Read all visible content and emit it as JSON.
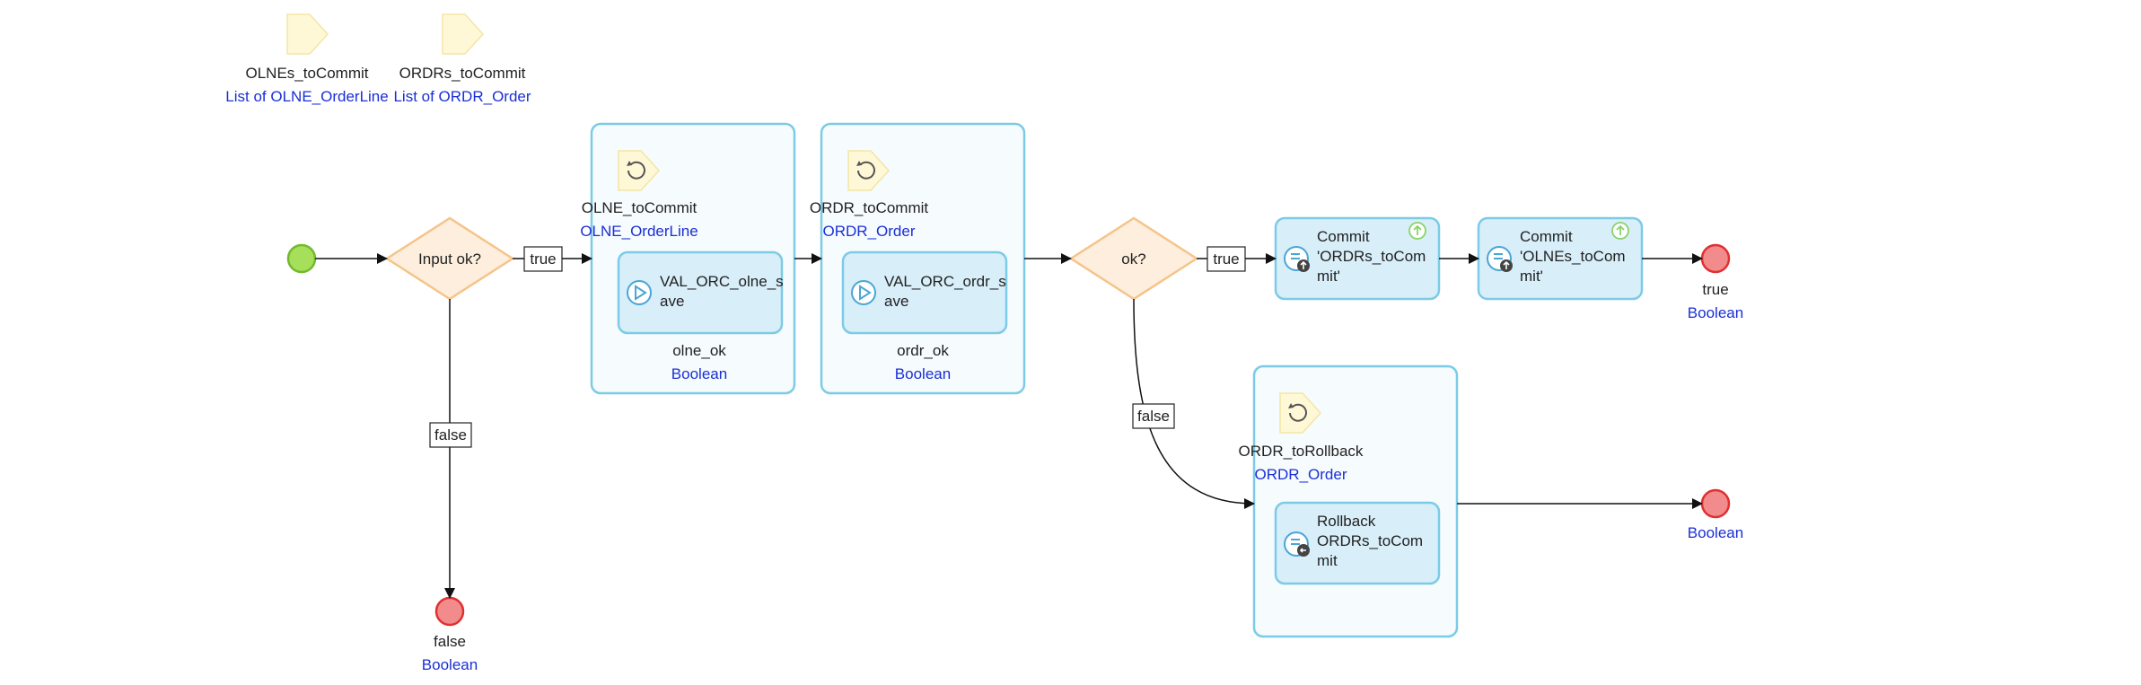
{
  "parameters": [
    {
      "name": "OLNEs_toCommit",
      "type": "List of OLNE_OrderLine"
    },
    {
      "name": "ORDRs_toCommit",
      "type": "List of ORDR_Order"
    }
  ],
  "decisions": {
    "input_ok": "Input ok?",
    "ok": "ok?"
  },
  "flow_labels": {
    "true1": "true",
    "false1": "false",
    "true2": "true",
    "false2": "false"
  },
  "loops": {
    "olne": {
      "iterator": "OLNE_toCommit",
      "type": "OLNE_OrderLine",
      "action": "VAL_ORC_olne_s\nave",
      "output": "olne_ok",
      "output_type": "Boolean"
    },
    "ordr": {
      "iterator": "ORDR_toCommit",
      "type": "ORDR_Order",
      "action": "VAL_ORC_ordr_s\nave",
      "output": "ordr_ok",
      "output_type": "Boolean"
    },
    "rollback": {
      "iterator": "ORDR_toRollback",
      "type": "ORDR_Order",
      "action": "Rollback\nORDRs_toCom\nmit"
    }
  },
  "actions": {
    "commit_ordrs": "Commit\n'ORDRs_toCom\nmit'",
    "commit_olnes": "Commit\n'OLNEs_toCom\nmit'"
  },
  "end_events": {
    "false_end": {
      "value": "false",
      "type": "Boolean"
    },
    "true_end": {
      "value": "true",
      "type": "Boolean"
    },
    "rollback_end": {
      "type": "Boolean"
    }
  },
  "colors": {
    "start": "#a6e05a",
    "end": "#f28b8b",
    "decision_fill": "#fdeedd",
    "decision_stroke": "#f5c48a",
    "container_stroke": "#7ccbe6",
    "action_fill": "#d8eef9",
    "param_fill": "#fff8d6"
  }
}
